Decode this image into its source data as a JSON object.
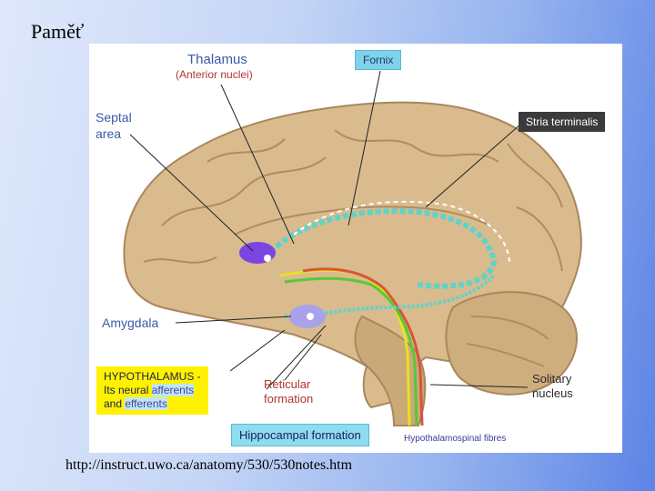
{
  "slide": {
    "title": "Paměť",
    "source_url": "http://instruct.uwo.ca/anatomy/530/530notes.htm"
  },
  "diagram": {
    "labels": {
      "thalamus": "Thalamus",
      "thalamus_sub": "(Anterior nuclei)",
      "fornix": "Fornix",
      "septal_area_line1": "Septal",
      "septal_area_line2": "area",
      "stria_terminalis": "Stria terminalis",
      "amygdala": "Amygdala",
      "hypothalamus_line1": "HYPOTHALAMUS -",
      "hypothalamus_line2_prefix": "Its neural ",
      "hypothalamus_line2_hl": "afferents",
      "hypothalamus_line3_prefix": "and ",
      "hypothalamus_line3_hl": "efferents",
      "reticular_line1": "Reticular",
      "reticular_line2": "formation",
      "solitary_line1": "Solitary",
      "solitary_line2": "nucleus",
      "hippocampal": "Hippocampal formation",
      "hypothalamospinal": "Hypothalamospinal fibres"
    },
    "colors": {
      "brain": "#d9bb8e",
      "brain_shadow": "#b8966a",
      "fornix_path": "#5fd3c8",
      "amygdala_fill": "#a8a2e8",
      "thalamus_fill": "#7a45e0",
      "fiber_yellow": "#e6e21c",
      "fiber_green": "#58c83a",
      "fiber_red": "#d8553a"
    }
  }
}
